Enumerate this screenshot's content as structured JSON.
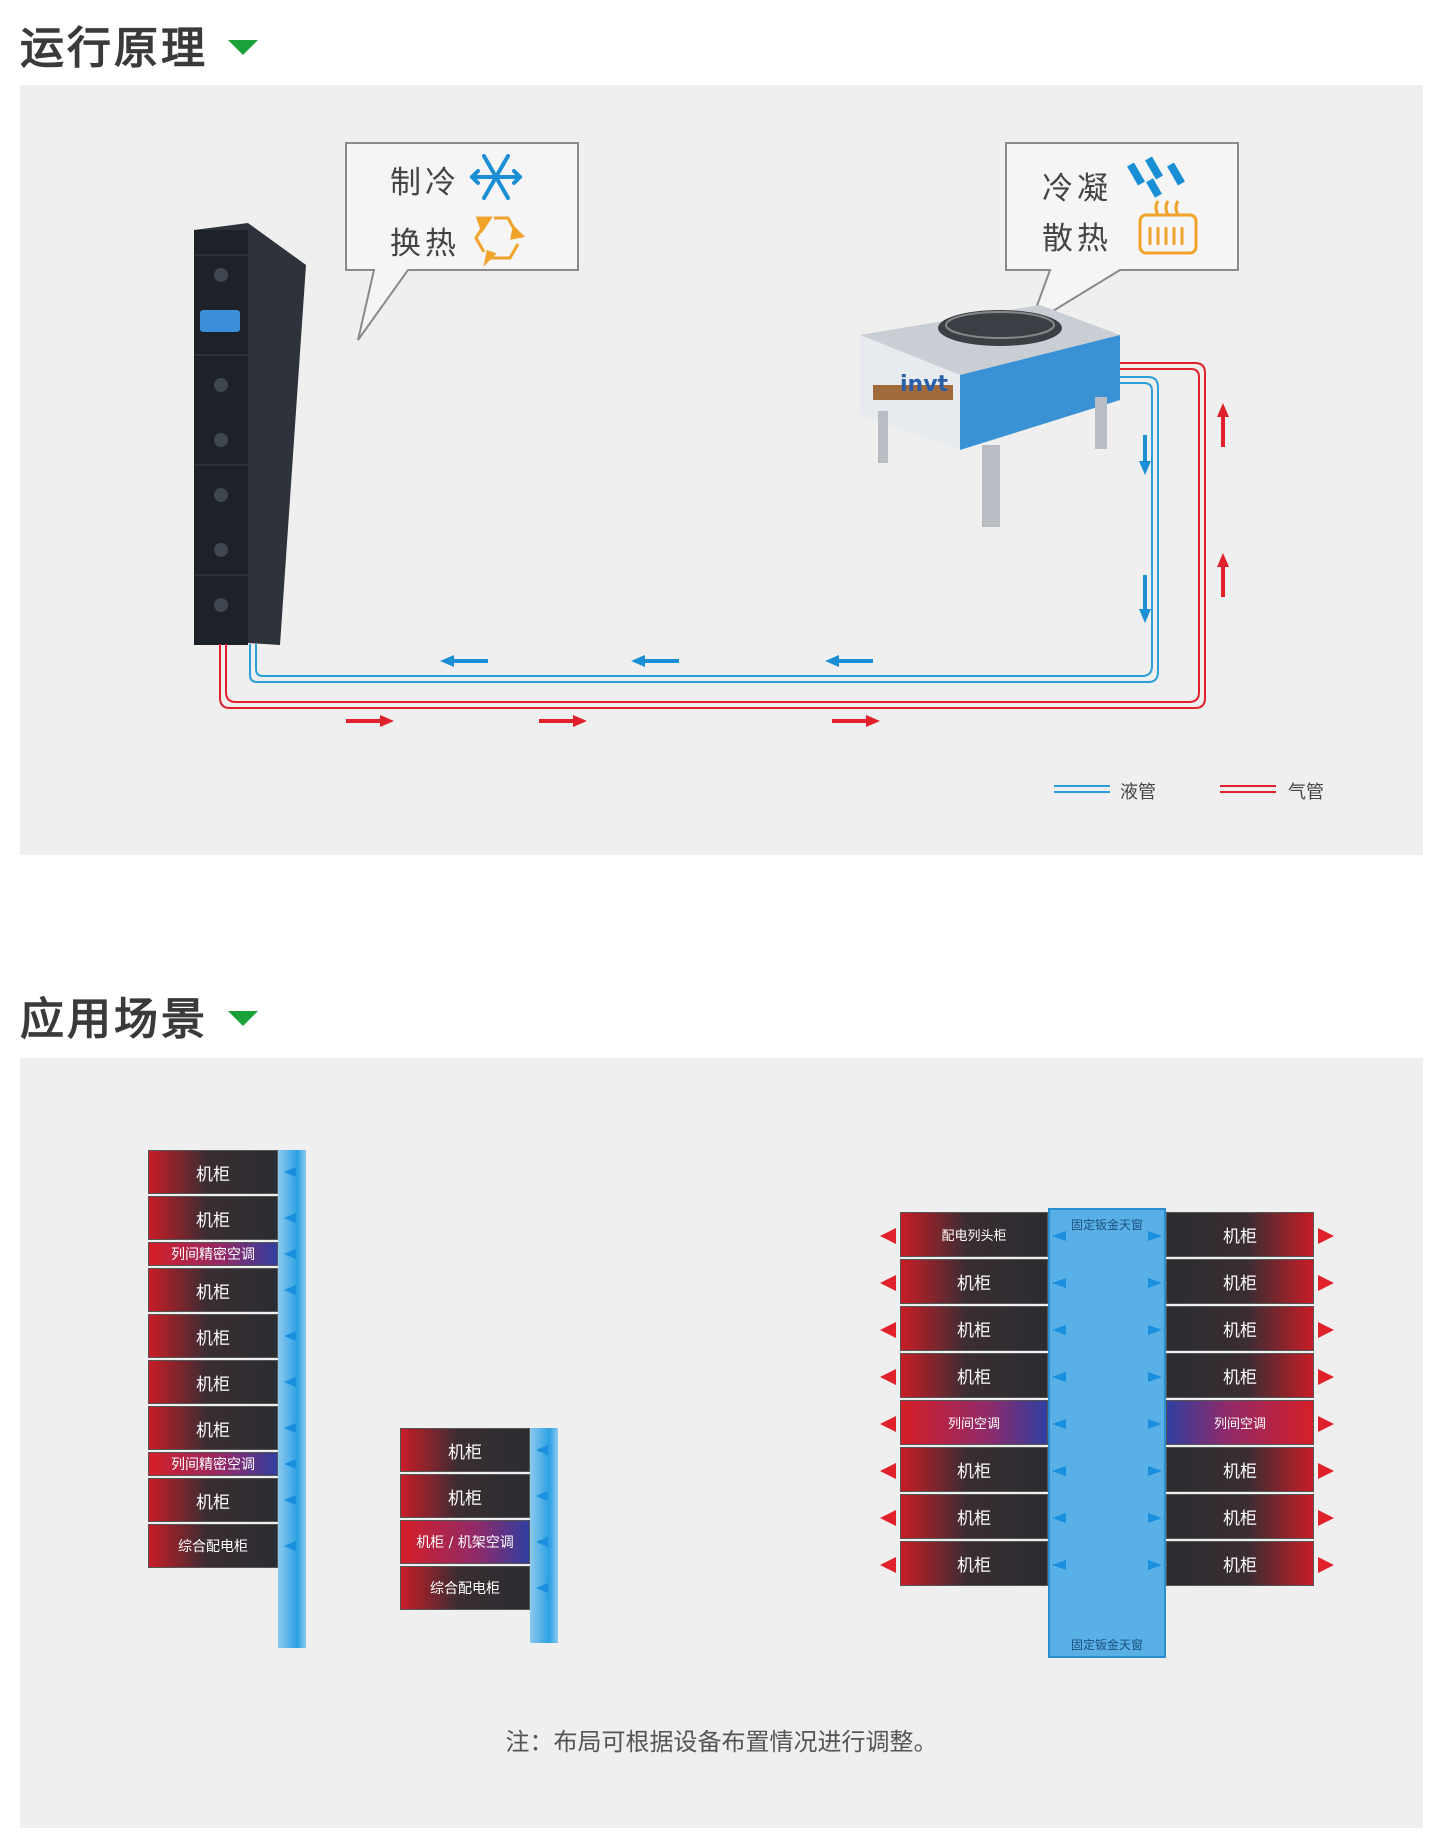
{
  "sections": {
    "principle_title": "运行原理",
    "scenario_title": "应用场景"
  },
  "bubble_left": {
    "line1": "制冷",
    "line2": "换热"
  },
  "bubble_right": {
    "line1": "冷凝",
    "line2": "散热"
  },
  "legend": {
    "liquid": "液管",
    "gas": "气管"
  },
  "brand": "invt",
  "colors": {
    "accent": "#1aa13a",
    "liquid": "#2a9fd8",
    "gas": "#e0202a",
    "cold_aisle": "#2d9fe3",
    "hot_aisle": "#d61f28"
  },
  "layout_a": {
    "rows": [
      "机柜",
      "机柜",
      "列间精密空调",
      "机柜",
      "机柜",
      "机柜",
      "机柜",
      "列间精密空调",
      "机柜",
      "综合配电柜"
    ]
  },
  "layout_b": {
    "rows": [
      "机柜",
      "机柜",
      "机柜 / 机架空调",
      "综合配电柜"
    ]
  },
  "layout_c": {
    "top_window": "固定钣金天窗",
    "bottom_window": "固定钣金天窗",
    "left": [
      "配电列头柜",
      "机柜",
      "机柜",
      "机柜",
      "列间空调",
      "机柜",
      "机柜",
      "机柜"
    ],
    "right": [
      "机柜",
      "机柜",
      "机柜",
      "机柜",
      "列间空调",
      "机柜",
      "机柜",
      "机柜"
    ]
  },
  "note": "注：布局可根据设备布置情况进行调整。"
}
